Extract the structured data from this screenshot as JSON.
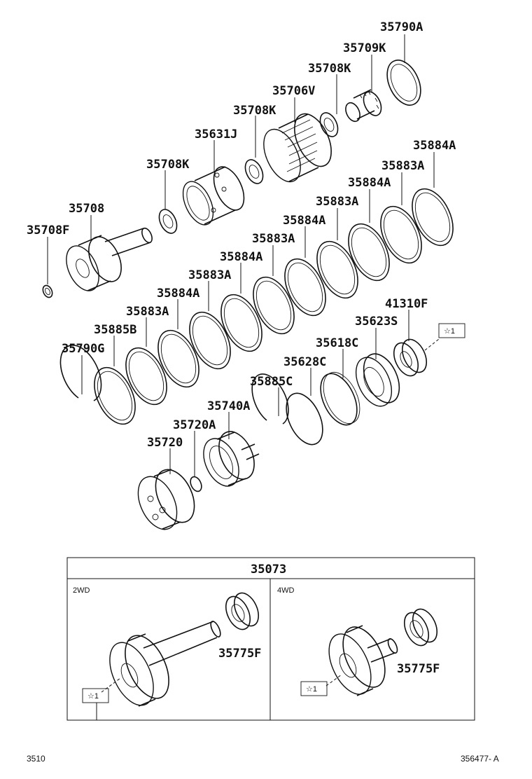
{
  "labels": {
    "p35790A": "35790A",
    "p35709K": "35709K",
    "p35708K_a": "35708K",
    "p35706V": "35706V",
    "p35708K_b": "35708K",
    "p35631J": "35631J",
    "p35708K_c": "35708K",
    "p35708": "35708",
    "p35708F": "35708F",
    "p35884A_1": "35884A",
    "p35883A_1": "35883A",
    "p35884A_2": "35884A",
    "p35883A_2": "35883A",
    "p35884A_3": "35884A",
    "p35883A_3": "35883A",
    "p35884A_4": "35884A",
    "p35883A_4": "35883A",
    "p35884A_5": "35884A",
    "p35883A_5": "35883A",
    "p35885B": "35885B",
    "p35790G": "35790G",
    "p41310F": "41310F",
    "p35623S": "35623S",
    "p35618C": "35618C",
    "p35628C": "35628C",
    "p35885C": "35885C",
    "p35740A": "35740A",
    "p35720A": "35720A",
    "p35720": "35720"
  },
  "star_tag": "☆1",
  "assembly": {
    "number": "35073",
    "left_variant": "2WD",
    "right_variant": "4WD",
    "left_bearing": "35775F",
    "right_bearing": "35775F"
  },
  "footer": {
    "left_code": "3510",
    "right_code": "356477- A"
  }
}
